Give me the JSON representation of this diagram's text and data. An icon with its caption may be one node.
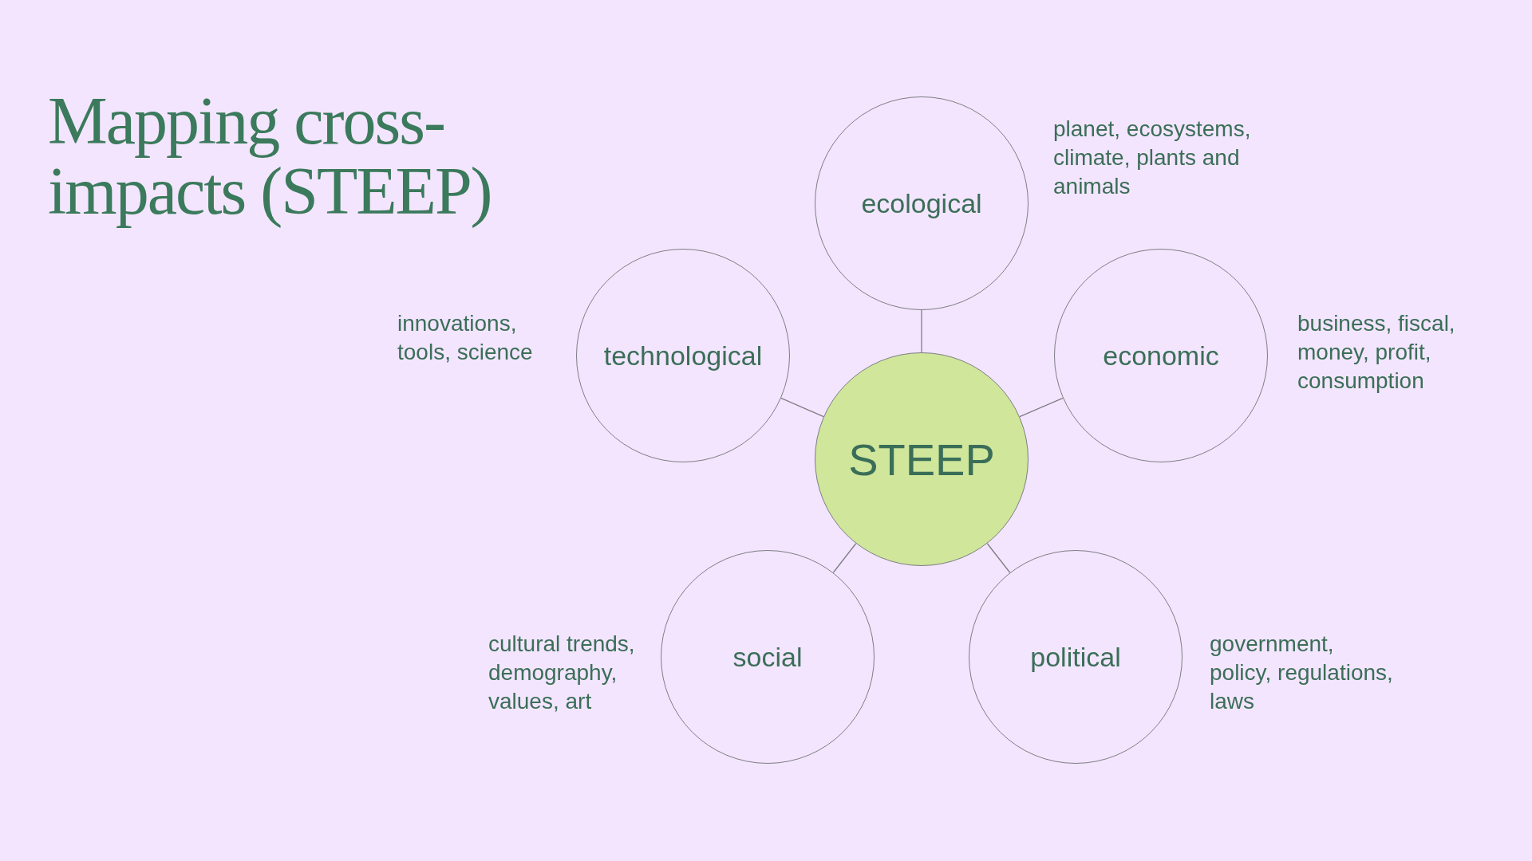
{
  "diagram": {
    "title": "Mapping cross-impacts (STEEP)",
    "nodes": [
      {
        "text": [
          "STEEP"
        ]
      },
      {
        "text": [
          "ecological"
        ],
        "beside": [
          "planet, ecosystems, climate, plants and animals"
        ]
      },
      {
        "text": [
          "technological"
        ],
        "beside": [
          "innovations, tools, science"
        ]
      },
      {
        "text": [
          "economic"
        ],
        "beside": [
          "business, fiscal, money, profit, consumption"
        ]
      },
      {
        "text": [
          "social"
        ],
        "beside": [
          "cultural trends, demography, values, art"
        ]
      },
      {
        "text": [
          "political"
        ],
        "beside": [
          "government, policy, regulations, laws"
        ]
      }
    ],
    "edges": [
      {
        "from": 0,
        "to": 1,
        "arrow": "none"
      },
      {
        "from": 0,
        "to": 2,
        "arrow": "none"
      },
      {
        "from": 0,
        "to": 3,
        "arrow": "none"
      },
      {
        "from": 0,
        "to": 4,
        "arrow": "none"
      },
      {
        "from": 0,
        "to": 5,
        "arrow": "none"
      }
    ]
  }
}
